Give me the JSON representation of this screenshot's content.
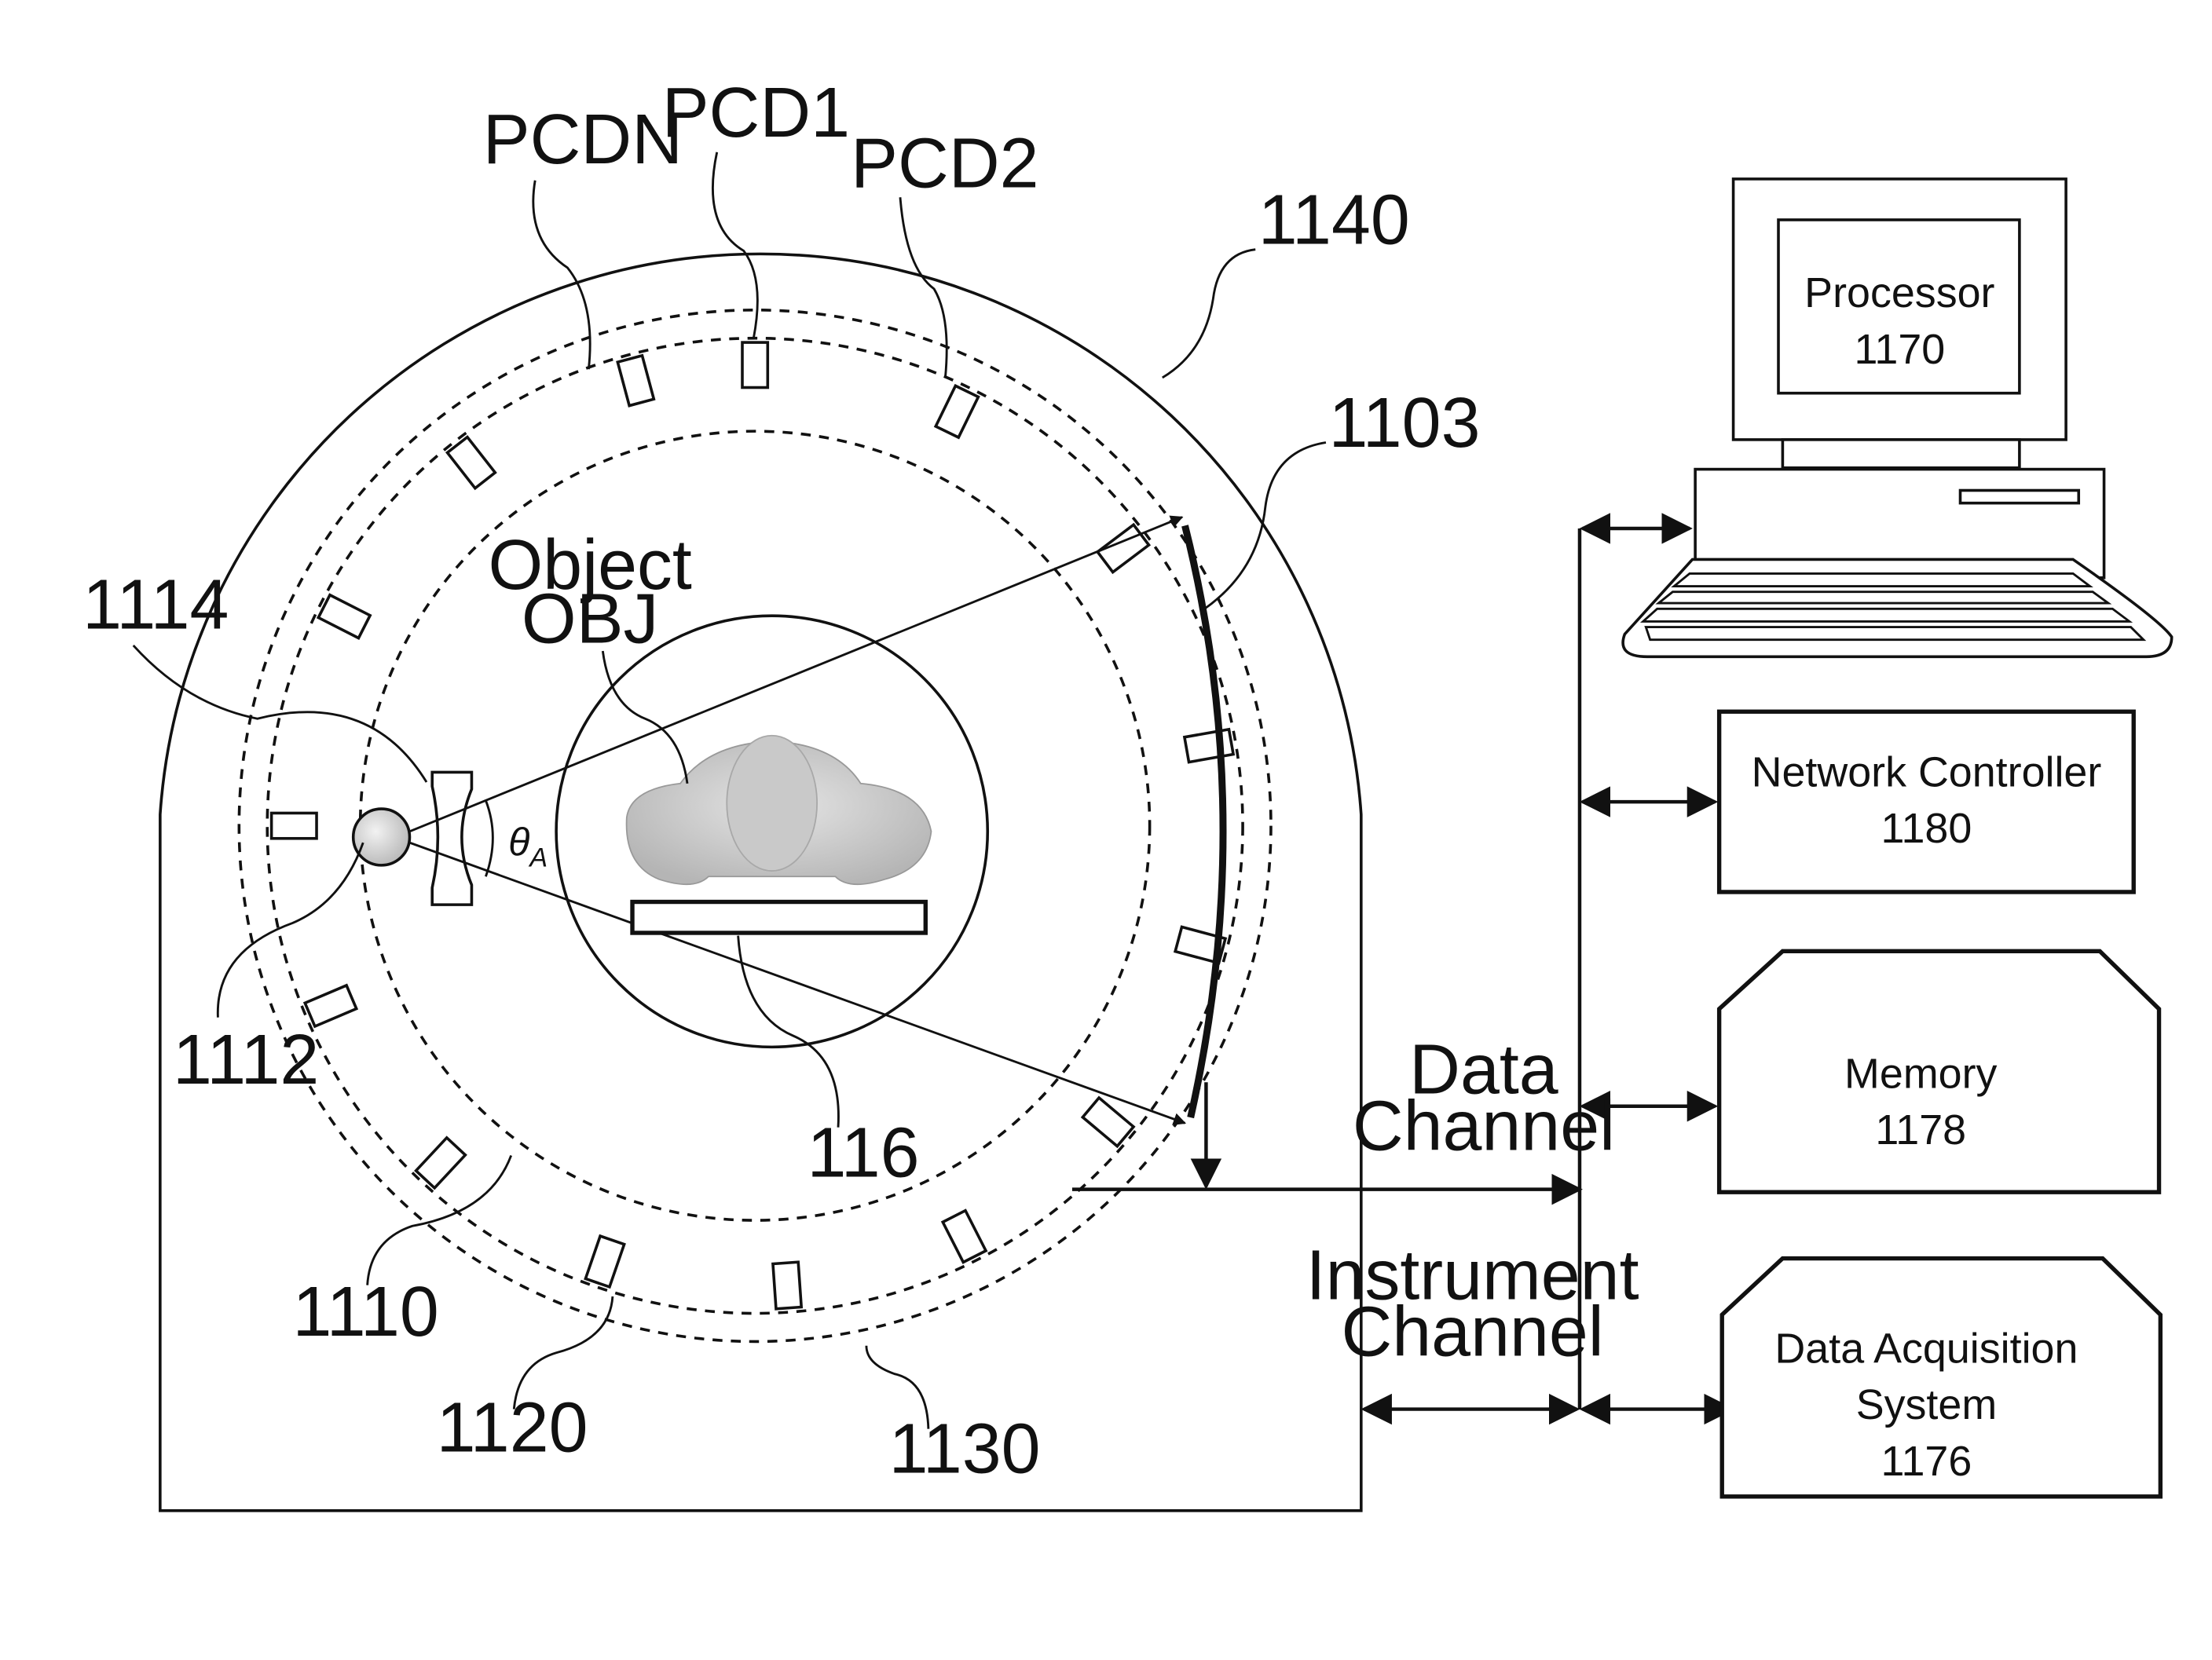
{
  "labels": {
    "pcdn": "PCDN",
    "pcd1": "PCD1",
    "pcd2": "PCD2",
    "ref_1140": "1140",
    "ref_1103": "1103",
    "ref_1114": "1114",
    "ref_1112": "1112",
    "ref_1110": "1110",
    "ref_1120": "1120",
    "ref_1130": "1130",
    "ref_116": "116",
    "object_line1": "Object",
    "object_line2": "OBJ",
    "theta_main": "θ",
    "theta_sub": "A",
    "data_channel_line1": "Data",
    "data_channel_line2": "Channel",
    "instrument_channel_line1": "Instrument",
    "instrument_channel_line2": "Channel"
  },
  "components": {
    "processor": {
      "name": "Processor",
      "ref": "1170"
    },
    "network_controller": {
      "name": "Network Controller",
      "ref": "1180"
    },
    "memory": {
      "name": "Memory",
      "ref": "1178"
    },
    "das": {
      "name_line1": "Data Acquisition",
      "name_line2": "System",
      "ref": "1176"
    }
  }
}
